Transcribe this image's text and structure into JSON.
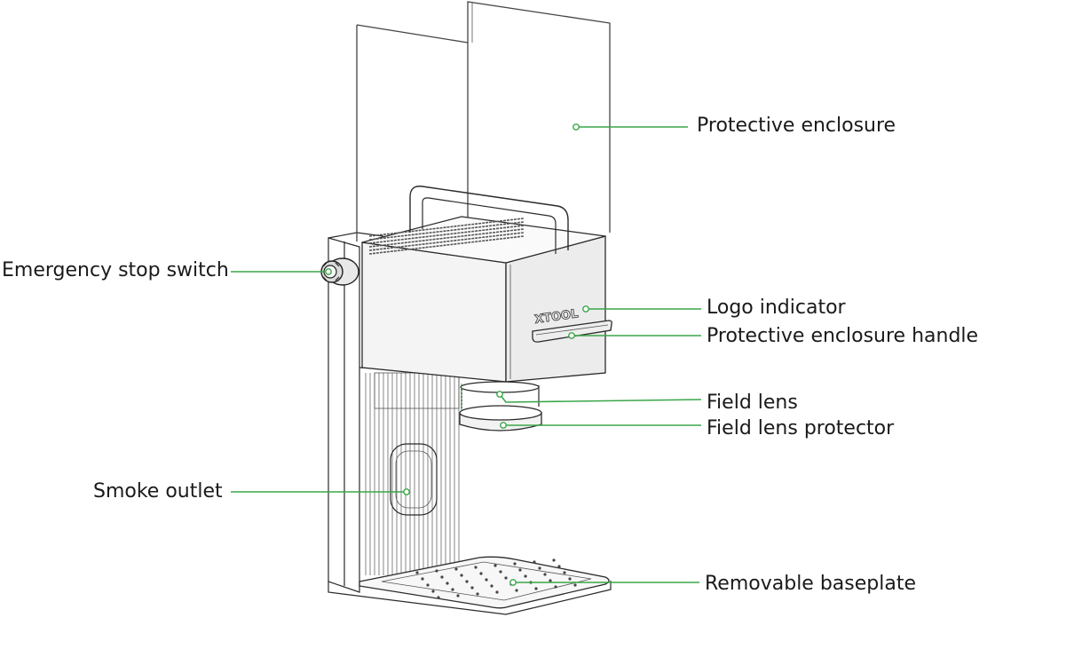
{
  "diagram": {
    "logo_text": "XTOOL",
    "accent_color": "#3aa648",
    "labels": {
      "protective_enclosure": "Protective enclosure",
      "emergency_stop_switch": "Emergency stop switch",
      "logo_indicator": "Logo indicator",
      "protective_enclosure_handle": "Protective enclosure handle",
      "field_lens": "Field lens",
      "field_lens_protector": "Field lens protector",
      "smoke_outlet": "Smoke outlet",
      "removable_baseplate": "Removable baseplate"
    }
  }
}
